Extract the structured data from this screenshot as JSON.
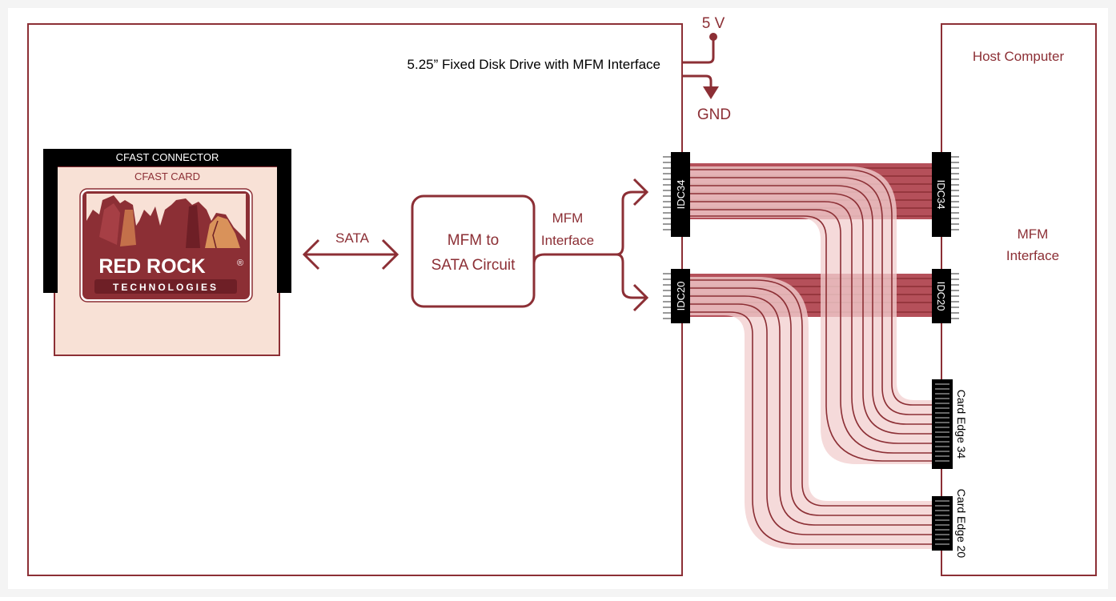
{
  "drive": {
    "title": "5.25” Fixed Disk Drive with MFM Interface"
  },
  "power": {
    "vcc_label": "5 V",
    "gnd_label": "GND"
  },
  "host": {
    "title": "Host Computer",
    "interface_line1": "MFM",
    "interface_line2": "Interface"
  },
  "cfast": {
    "connector_label": "CFAST CONNECTOR",
    "card_label": "CFAST CARD"
  },
  "logo": {
    "line1": "RED ROCK",
    "registered": "®",
    "line2": "TECHNOLOGIES"
  },
  "sata": {
    "label": "SATA"
  },
  "circuit": {
    "line1": "MFM to",
    "line2": "SATA Circuit"
  },
  "mfm_interface": {
    "line1": "MFM",
    "line2": "Interface"
  },
  "connectors": {
    "drive_idc34": "IDC34",
    "drive_idc20": "IDC20",
    "host_idc34": "IDC34",
    "host_idc20": "IDC20",
    "card_edge34": "Card Edge 34",
    "card_edge20": "Card Edge 20"
  },
  "colors": {
    "maroon": "#8c2f35",
    "ribbon_dark": "#b5505a",
    "ribbon_light": "#f2cfcf",
    "card_fill": "#f8e1d6",
    "black": "#000000"
  }
}
